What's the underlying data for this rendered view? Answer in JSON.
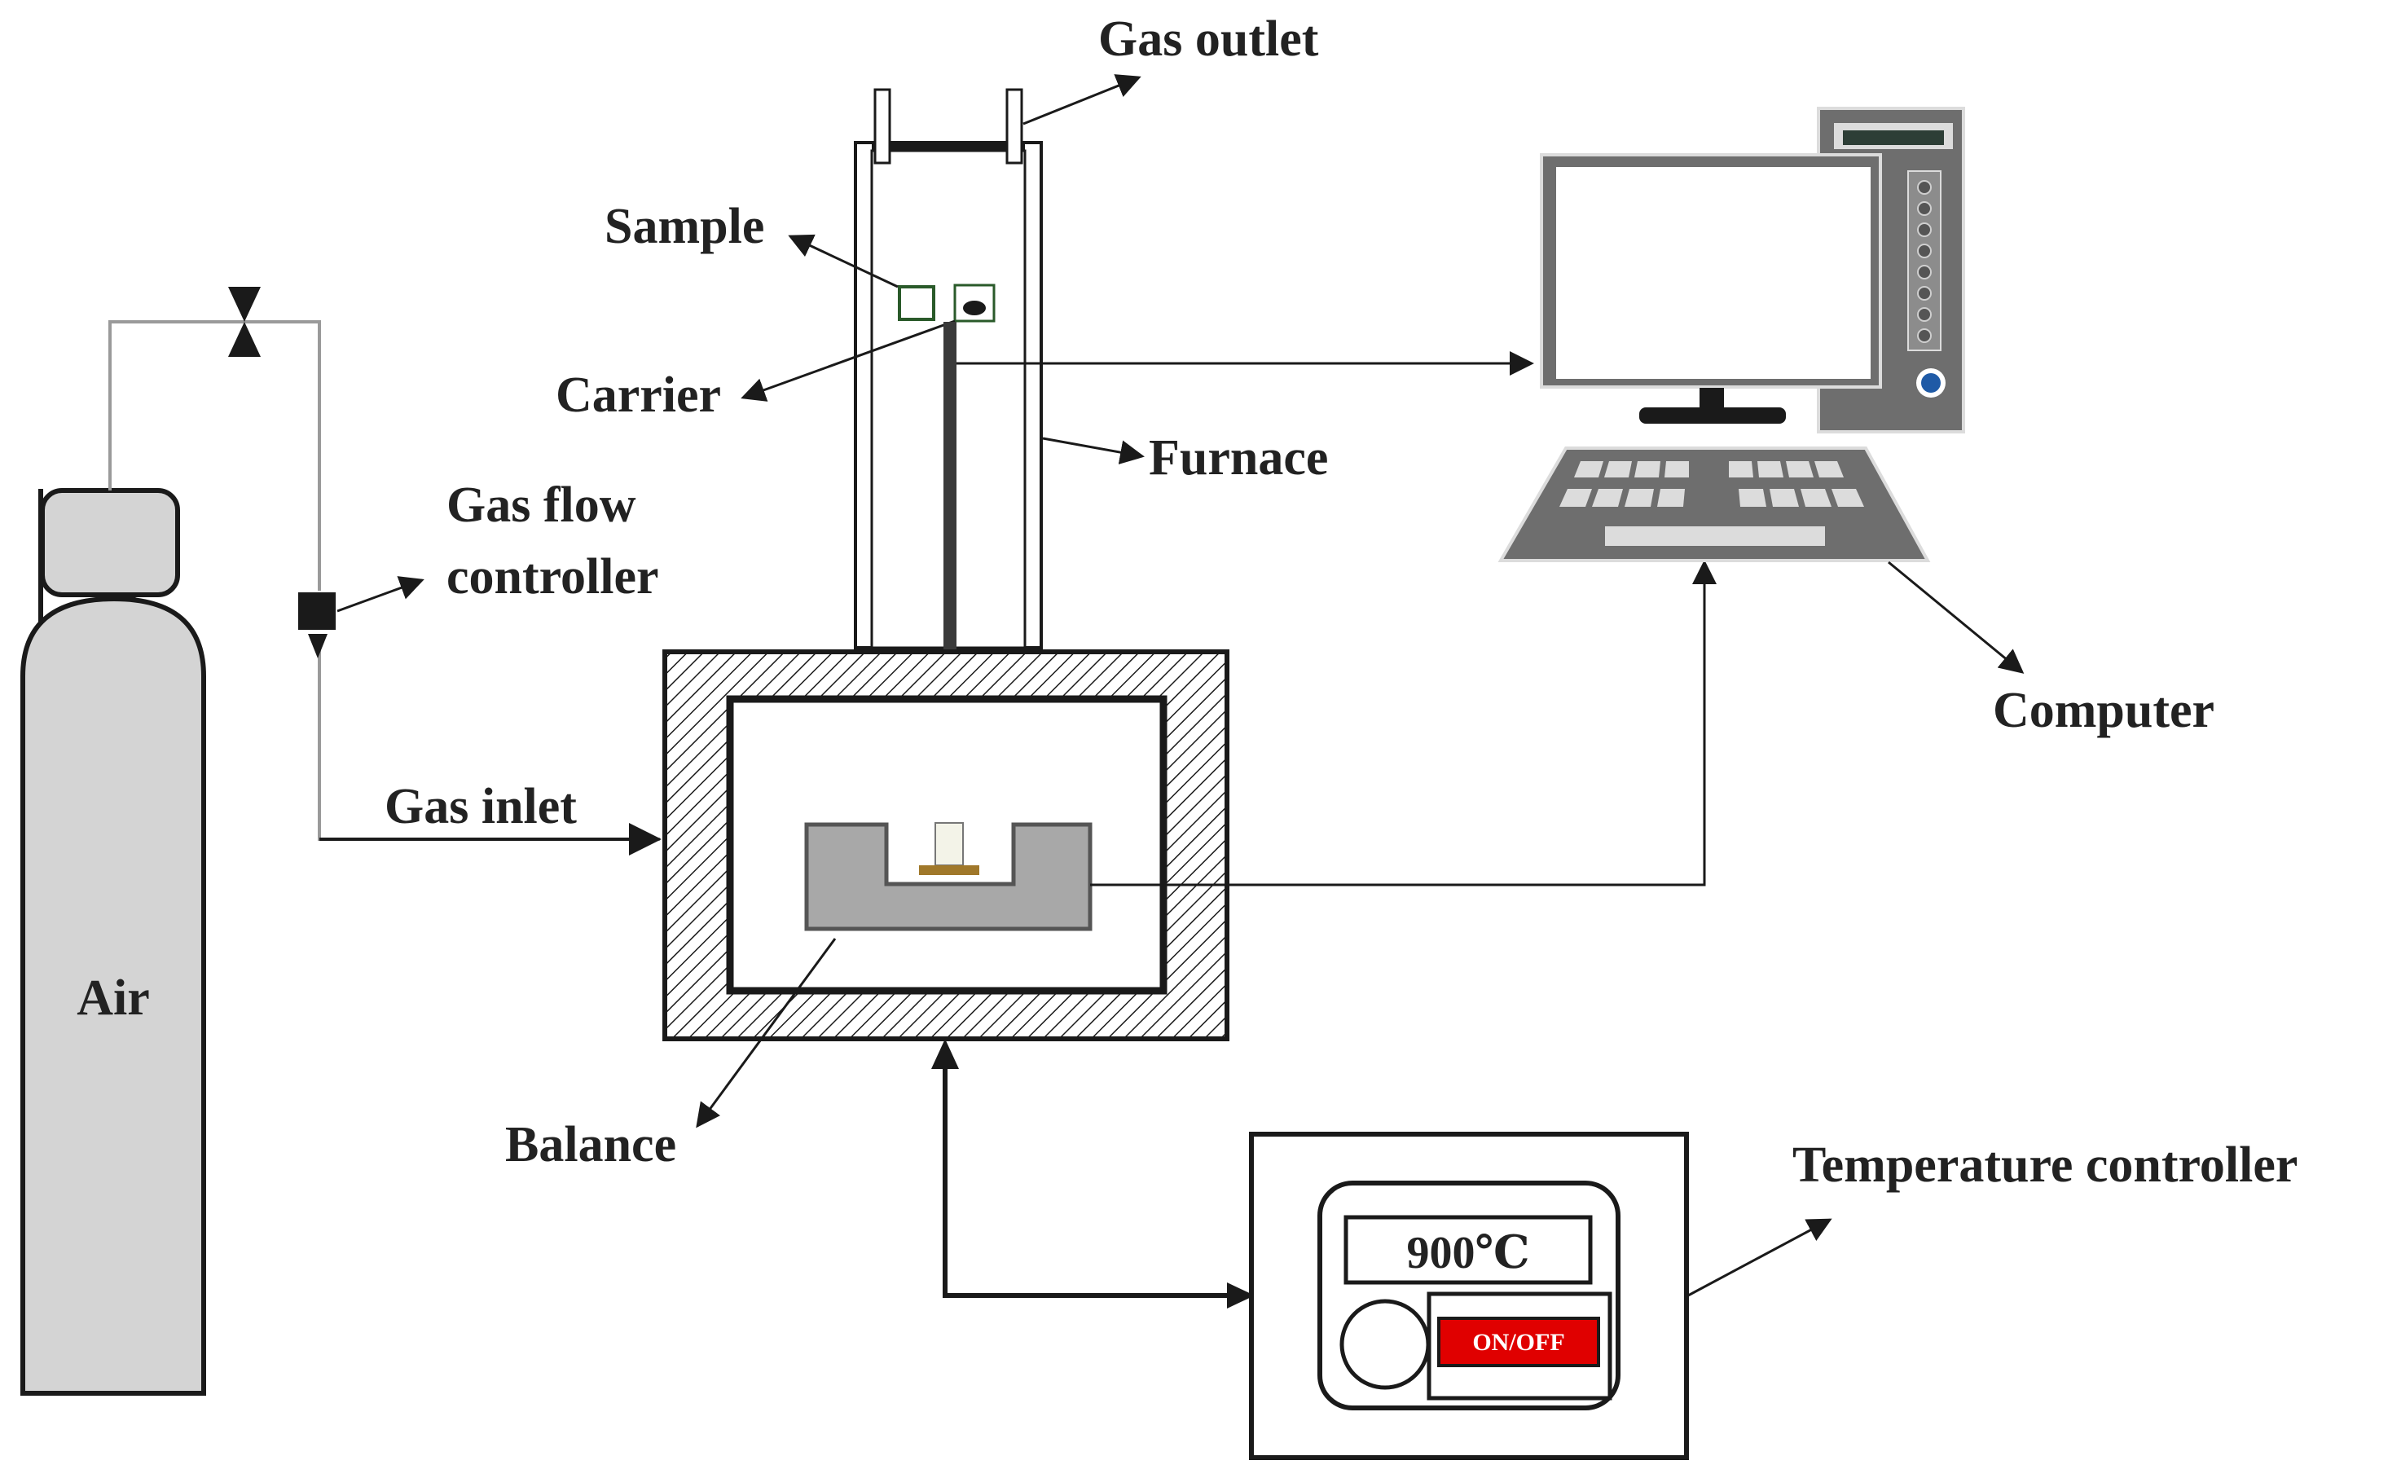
{
  "labels": {
    "gas_outlet": "Gas outlet",
    "sample": "Sample",
    "carrier": "Carrier",
    "furnace": "Furnace",
    "gas_flow_controller_line1": "Gas flow",
    "gas_flow_controller_line2": "controller",
    "gas_inlet": "Gas inlet",
    "balance": "Balance",
    "computer": "Computer",
    "temperature_controller": "Temperature controller",
    "air": "Air"
  },
  "temperature_controller": {
    "display": "900℃",
    "button": "ON/OFF"
  },
  "colors": {
    "line": "#1a1a1a",
    "cylinder_fill": "#d4d4d4",
    "balance_fill": "#a8a8a8",
    "computer_dark": "#6e6e6e",
    "computer_screen": "#ffffff",
    "button_red": "#e00000",
    "sample_pan": "#a0782a"
  }
}
